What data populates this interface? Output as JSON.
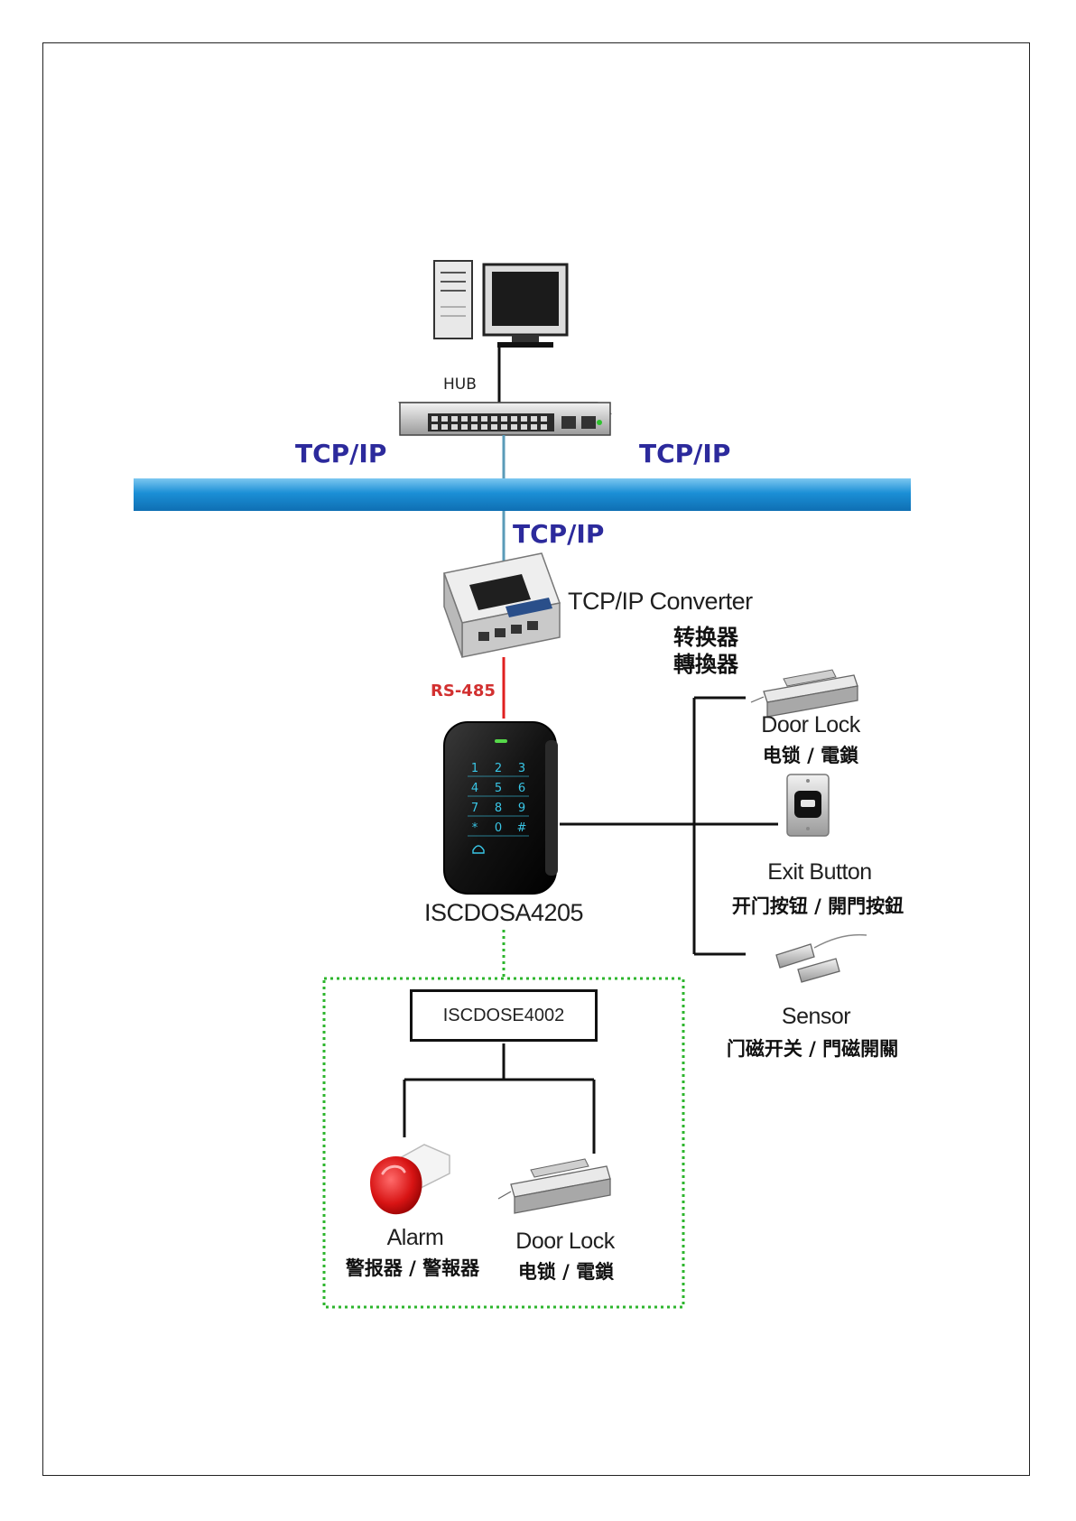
{
  "labels": {
    "hub": "HUB",
    "tcp_left": "TCP/IP",
    "tcp_right": "TCP/IP",
    "tcp_center": "TCP/IP",
    "converter_en": "TCP/IP Converter",
    "converter_cn_simplified": "转换器",
    "converter_cn_traditional": "轉換器",
    "rs485": "RS-485",
    "controller": "ISCDOSA4205",
    "expansion_module": "ISCDOSE4002",
    "door_lock_right_en": "Door Lock",
    "door_lock_right_cn": "电锁 / 電鎖",
    "exit_button_en": "Exit Button",
    "exit_button_cn": "开门按钮 / 開門按鈕",
    "sensor_en": "Sensor",
    "sensor_cn": "门磁开关 / 門磁開關",
    "alarm_en": "Alarm",
    "alarm_cn": "警报器 / 警報器",
    "door_lock_bottom_en": "Door Lock",
    "door_lock_bottom_cn": "电锁 / 電鎖"
  },
  "keypad": {
    "keys": [
      "1",
      "2",
      "3",
      "4",
      "5",
      "6",
      "7",
      "8",
      "9",
      "*",
      "0",
      "#"
    ]
  },
  "colors": {
    "network_bus": "#1b8fd6",
    "tcp_text": "#2c2a9c",
    "rs485_line": "#e02020",
    "rs485_text": "#d23030",
    "expansion_outline": "#2db52d",
    "wire": "#111111",
    "keypad_glow": "#39c6e6"
  }
}
